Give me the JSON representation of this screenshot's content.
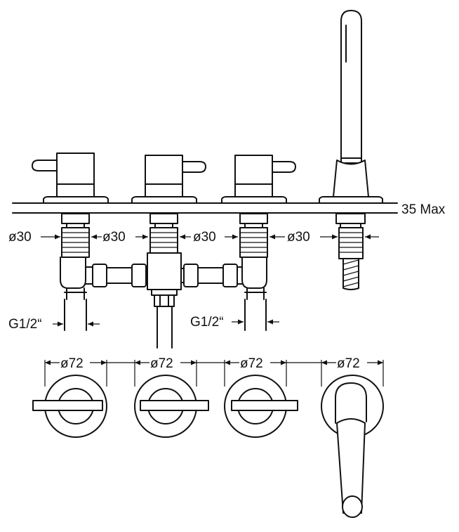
{
  "deck_label": "35 Max",
  "side_view": {
    "bore_labels": [
      "ø30",
      "ø30",
      "ø30",
      "ø30"
    ],
    "thread_labels": [
      "G1/2“",
      "G1/2“"
    ]
  },
  "top_view": {
    "rosette_labels": [
      "ø72",
      "ø72",
      "ø72",
      "ø72"
    ]
  },
  "colors": {
    "line": "#111111",
    "background": "#ffffff"
  }
}
